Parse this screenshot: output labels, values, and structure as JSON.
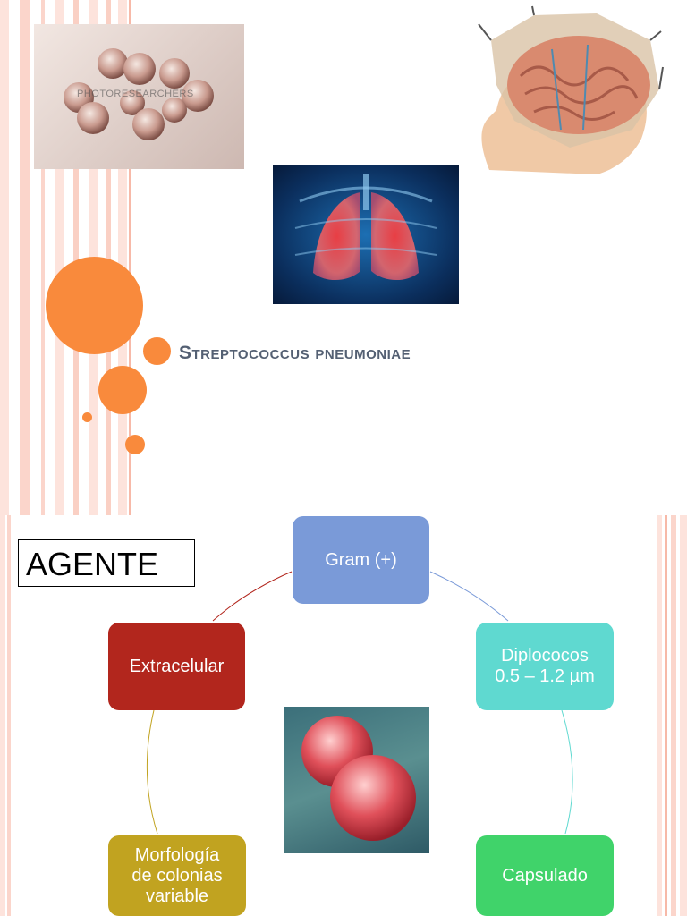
{
  "slide1": {
    "title": "Streptococcus pneumoniae",
    "photo_watermark": "PHOTORESEARCHERS"
  },
  "slide2": {
    "box_label": "AGENTE",
    "nodes": {
      "gram": "Gram (+)",
      "diplococos": "Diplococos\n0.5 – 1.2 µm",
      "capsulado": "Capsulado",
      "morfologia": "Morfología\nde colonias\nvariable",
      "extracelular": "Extracelular"
    }
  },
  "colors": {
    "accent_orange": "#f98a3c",
    "title_gray": "#546073",
    "gram": "#7a9ad8",
    "diplococos": "#5fd9d0",
    "capsulado": "#40d36a",
    "morfologia": "#c1a320",
    "extracelular": "#b2261d"
  }
}
